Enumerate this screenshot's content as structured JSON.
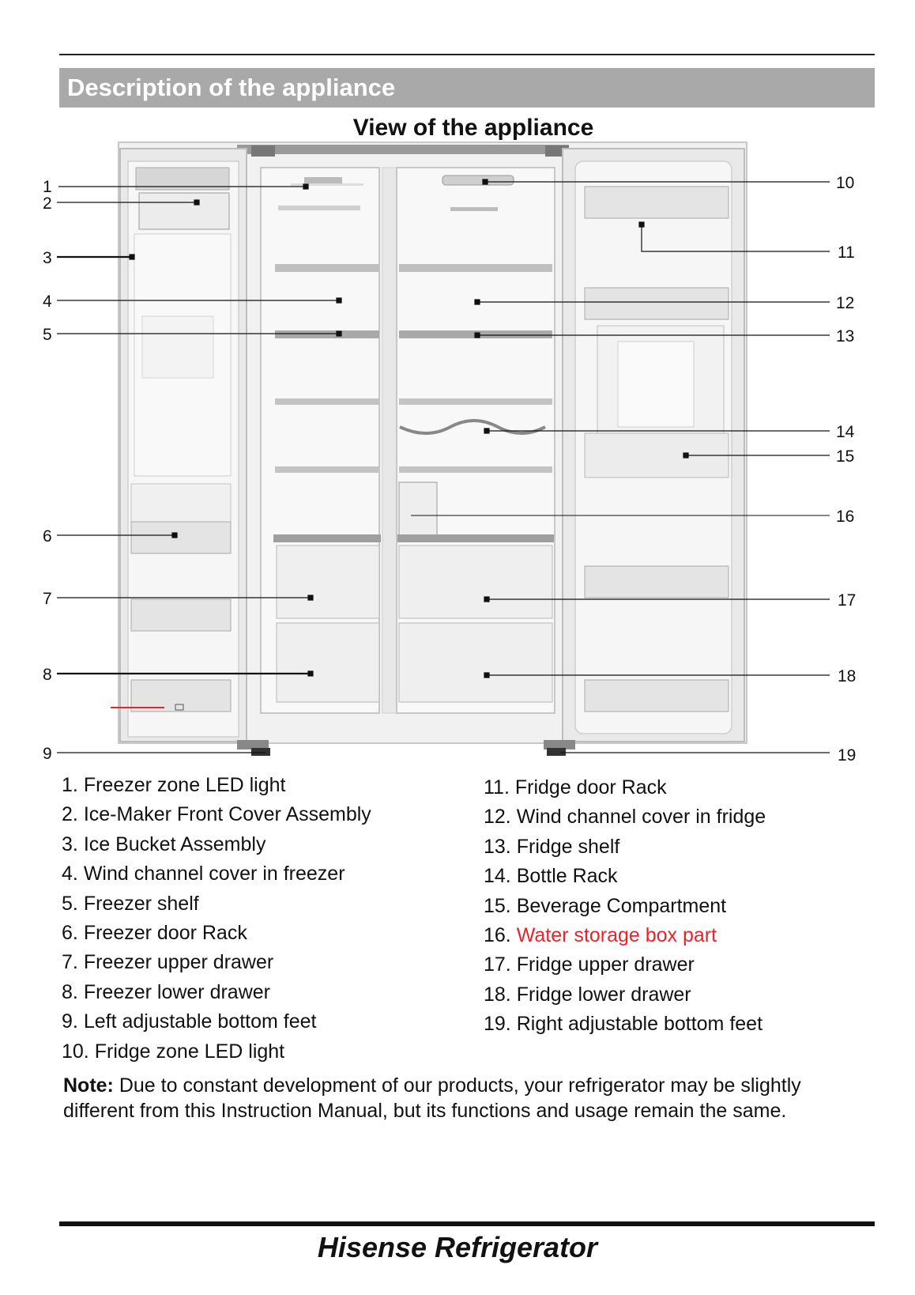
{
  "section_title": "Description of the appliance",
  "diagram_title": "View of the appliance",
  "callouts": [
    "1",
    "2",
    "3",
    "4",
    "5",
    "6",
    "7",
    "8",
    "9",
    "10",
    "11",
    "12",
    "13",
    "14",
    "15",
    "16",
    "17",
    "18",
    "19"
  ],
  "legend_left": [
    {
      "num": "1.",
      "text": "Freezer zone LED light"
    },
    {
      "num": "2.",
      "text": "Ice-Maker Front Cover Assembly"
    },
    {
      "num": "3.",
      "text": "Ice Bucket Assembly"
    },
    {
      "num": "4.",
      "text": "Wind channel cover in freezer"
    },
    {
      "num": "5.",
      "text": "Freezer shelf"
    },
    {
      "num": "6.",
      "text": "Freezer door Rack"
    },
    {
      "num": "7.",
      "text": "Freezer upper drawer"
    },
    {
      "num": "8.",
      "text": "Freezer lower drawer"
    },
    {
      "num": "9.",
      "text": "Left adjustable bottom feet"
    },
    {
      "num": "10.",
      "text": "Fridge zone LED light"
    }
  ],
  "legend_right": [
    {
      "num": "11.",
      "text": "Fridge door Rack"
    },
    {
      "num": "12.",
      "text": "Wind channel cover in fridge"
    },
    {
      "num": "13.",
      "text": "Fridge shelf"
    },
    {
      "num": "14.",
      "text": "Bottle Rack"
    },
    {
      "num": "15.",
      "text": "Beverage Compartment"
    },
    {
      "num": "16.",
      "text": "Water storage box part"
    },
    {
      "num": "17.",
      "text": "Fridge upper drawer"
    },
    {
      "num": "18.",
      "text": "Fridge lower drawer"
    },
    {
      "num": "19.",
      "text": "Right adjustable bottom feet"
    }
  ],
  "highlight_color": "#e8242a",
  "note": {
    "label": "Note:",
    "text": " Due to constant development of our products, your refrigerator may be slightly different from this Instruction Manual, but its functions and usage remain the same."
  },
  "footer_brand": "Hisense Refrigerator"
}
